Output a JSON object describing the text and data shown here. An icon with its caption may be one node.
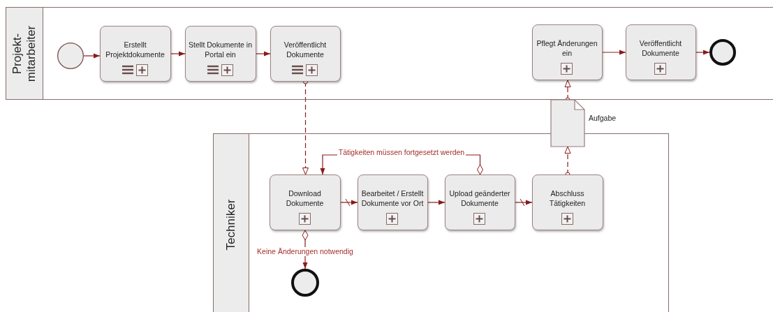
{
  "diagram": {
    "nodes": [
      {
        "text": [
          "Projekt- mitarbeiter"
        ]
      },
      {
        "text": [],
        "shape": "circle",
        "in": 0
      },
      {
        "text": [
          "Erstellt Projektdokumente"
        ],
        "in": 0
      },
      {
        "text": [
          "Stellt Dokumente in Portal ein"
        ],
        "in": 0
      },
      {
        "text": [
          "Veröffentlicht Dokumente"
        ],
        "in": 0
      },
      {
        "text": [
          "Pflegt Änderungen ein"
        ],
        "in": 0
      },
      {
        "text": [
          "Veröffentlicht Dokumente"
        ],
        "in": 0
      },
      {
        "text": [],
        "shape": "circle",
        "in": 0
      },
      {
        "text": [
          "Techniker"
        ]
      },
      {
        "text": [
          "Download Dokumente"
        ],
        "in": 8
      },
      {
        "text": [
          "Bearbeitet / Erstellt Dokumente vor Ort"
        ],
        "in": 8
      },
      {
        "text": [
          "Upload geänderter Dokumente"
        ],
        "in": 8
      },
      {
        "text": [
          "Abschluss Tätigkeiten"
        ],
        "in": 8
      },
      {
        "text": [],
        "shape": "circle",
        "in": 8
      },
      {
        "text": [],
        "shape": "document",
        "beside": [
          "Aufgabe"
        ]
      }
    ],
    "edges": [
      {
        "from": 1,
        "to": 2,
        "arrow": "to"
      },
      {
        "from": 2,
        "to": 3,
        "arrow": "to"
      },
      {
        "from": 3,
        "to": 4,
        "arrow": "to"
      },
      {
        "from": 4,
        "to": 9,
        "arrow": "to",
        "style": "dashed"
      },
      {
        "from": 9,
        "to": 10,
        "arrow": "to"
      },
      {
        "from": 10,
        "to": 11,
        "arrow": "to"
      },
      {
        "from": 11,
        "to": 12,
        "arrow": "to"
      },
      {
        "from": 11,
        "to": 9,
        "arrow": "to",
        "label": "Tätigkeiten müssen fortgesetzt werden"
      },
      {
        "from": 9,
        "to": 13,
        "arrow": "to",
        "label": "Keine Änderungen notwendig"
      },
      {
        "from": 12,
        "to": 14,
        "arrow": "to",
        "style": "dashed"
      },
      {
        "from": 14,
        "to": 5,
        "arrow": "to",
        "style": "dashed"
      },
      {
        "from": 5,
        "to": 6,
        "arrow": "to"
      },
      {
        "from": 6,
        "to": 7,
        "arrow": "to"
      }
    ]
  }
}
